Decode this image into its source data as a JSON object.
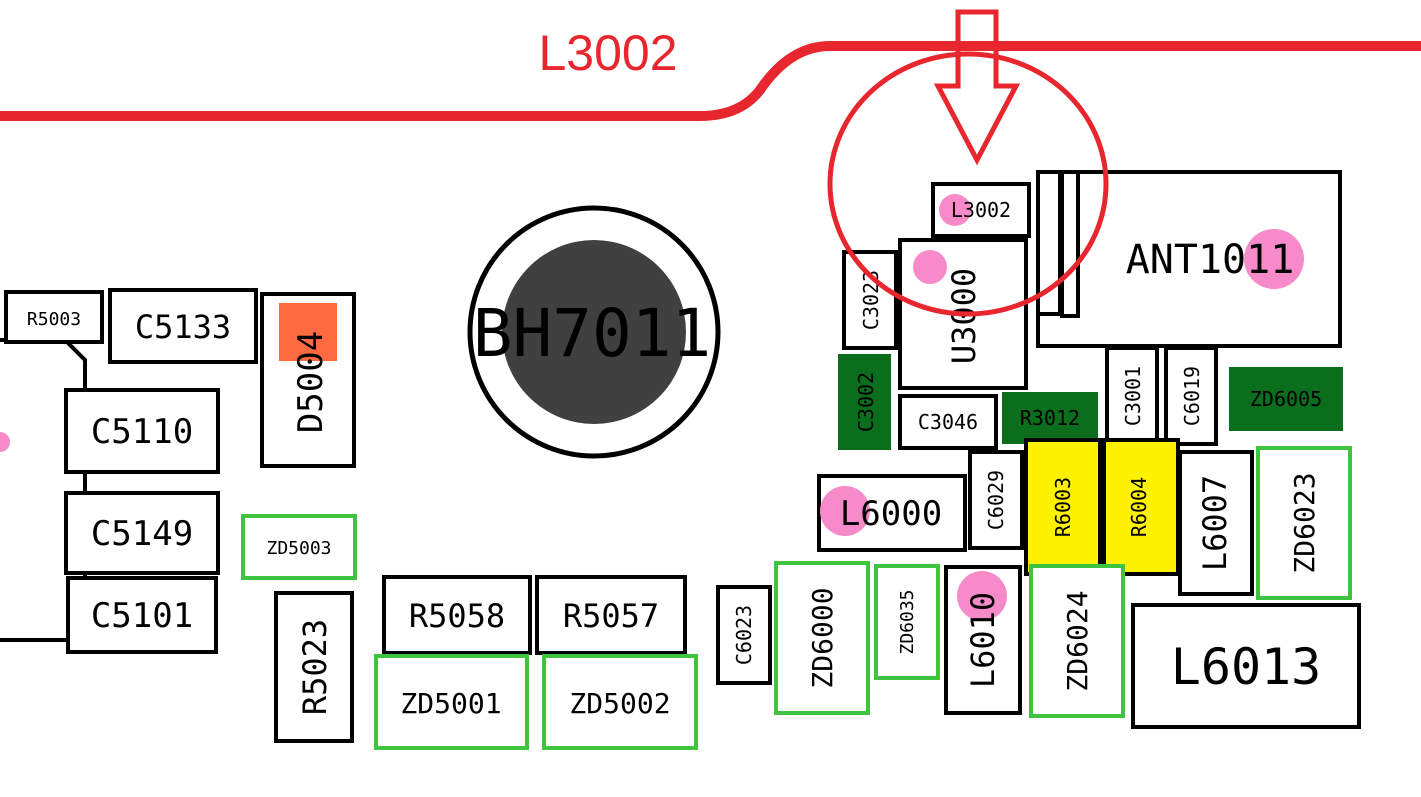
{
  "annotation": {
    "label": "L3002",
    "color": "#e8262d"
  },
  "colors": {
    "pad": "#f78ac8",
    "dark_green": "#0a6e1c",
    "green_outline": "#3fc43f",
    "yellow": "#fff200",
    "orange": "#ff6a40",
    "bh_fill": "#404040"
  },
  "components": {
    "R5003": "R5003",
    "C5133": "C5133",
    "D5004": "D5004",
    "C5110": "C5110",
    "C5149": "C5149",
    "C5101": "C5101",
    "ZD5003": "ZD5003",
    "R5023": "R5023",
    "R5058": "R5058",
    "R5057": "R5057",
    "ZD5001": "ZD5001",
    "ZD5002": "ZD5002",
    "BH7011": "BH7011",
    "L3002": "L3002",
    "ANT1011": "ANT1011",
    "C3023": "C3023",
    "U3000": "U3000",
    "C3002": "C3002",
    "C3046": "C3046",
    "R3012": "R3012",
    "C3001": "C3001",
    "C6019": "C6019",
    "ZD6005": "ZD6005",
    "L6000": "L6000",
    "C6029": "C6029",
    "R6003": "R6003",
    "R6004": "R6004",
    "L6007": "L6007",
    "ZD6023": "ZD6023",
    "C6023": "C6023",
    "ZD6000": "ZD6000",
    "ZD6035": "ZD6035",
    "L6010": "L6010",
    "ZD6024": "ZD6024",
    "L6013": "L6013"
  }
}
